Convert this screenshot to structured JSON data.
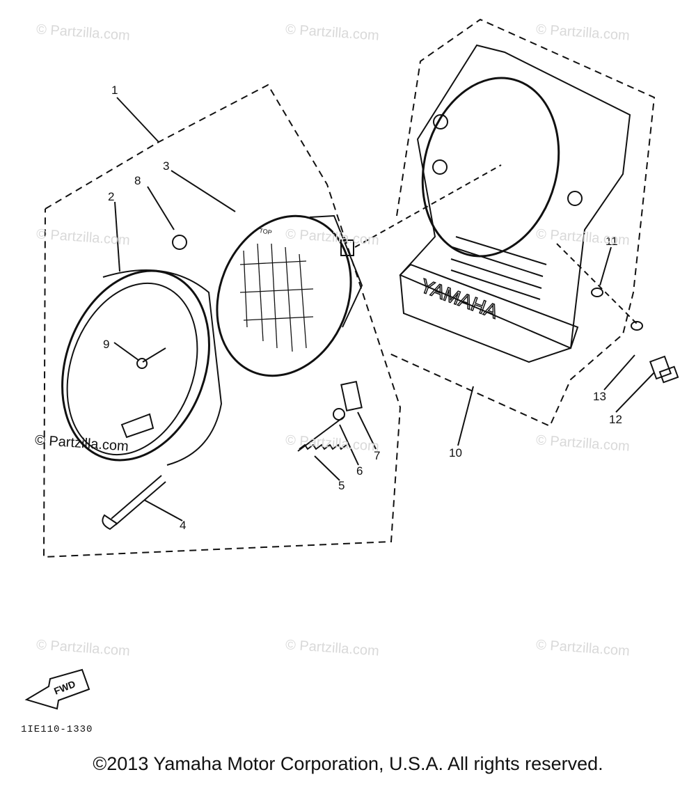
{
  "watermark": "© Partzilla.com",
  "diagram_code": "1IE110-1330",
  "copyright": "©2013 Yamaha Motor Corporation, U.S.A. All rights reserved.",
  "fwd_label": "FWD",
  "brand_mark": "YAMAHA",
  "lens_top_label": "TOP",
  "callouts": [
    "1",
    "2",
    "3",
    "4",
    "5",
    "6",
    "7",
    "8",
    "9",
    "10",
    "11",
    "12",
    "13"
  ]
}
